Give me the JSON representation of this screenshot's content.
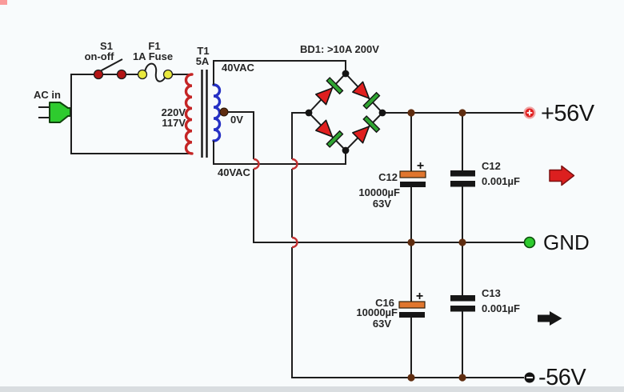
{
  "ac_input": {
    "label": "AC in"
  },
  "switch": {
    "ref": "S1",
    "mode": "on-off"
  },
  "fuse": {
    "ref": "F1",
    "rating": "1A Fuse"
  },
  "transformer": {
    "ref": "T1",
    "rating": "5A",
    "primary_v1": "220V",
    "primary_v2": "117V",
    "sec_top": "40VAC",
    "sec_tap": "0V",
    "sec_bottom": "40VAC"
  },
  "bridge": {
    "label": "BD1: >10A 200V"
  },
  "capacitors": {
    "c12_elec": {
      "ref": "C12",
      "value": "10000µF",
      "voltage": "63V",
      "polarity": "+"
    },
    "c12_film": {
      "ref": "C12",
      "value": "0.001µF"
    },
    "c16_elec": {
      "ref": "C16",
      "value": "10000µF",
      "voltage": "63V",
      "polarity": "+"
    },
    "c13_film": {
      "ref": "C13",
      "value": "0.001µF"
    }
  },
  "outputs": {
    "positive": "+56V",
    "ground": "GND",
    "negative": "-56V"
  },
  "colors": {
    "background": "#f8fbfc",
    "wire": "#1d1d1d",
    "primary_coil": "#c42525",
    "secondary_coil": "#2530c4",
    "crossover_hop": "#c23030",
    "switch_contact": "#b31515",
    "fuse_contact": "#e9e93e",
    "plug_green": "#2ecb2e",
    "diode_body": "#e01f1f",
    "diode_band": "#2fa532",
    "electrolytic_plate": "#e0762e",
    "junction_dot": "#5f2d10",
    "terminal_positive": "#e02020",
    "terminal_ground": "#2ecb2e",
    "terminal_negative": "#141414",
    "arrow_positive": "#dc1f1f",
    "arrow_negative": "#161616"
  }
}
